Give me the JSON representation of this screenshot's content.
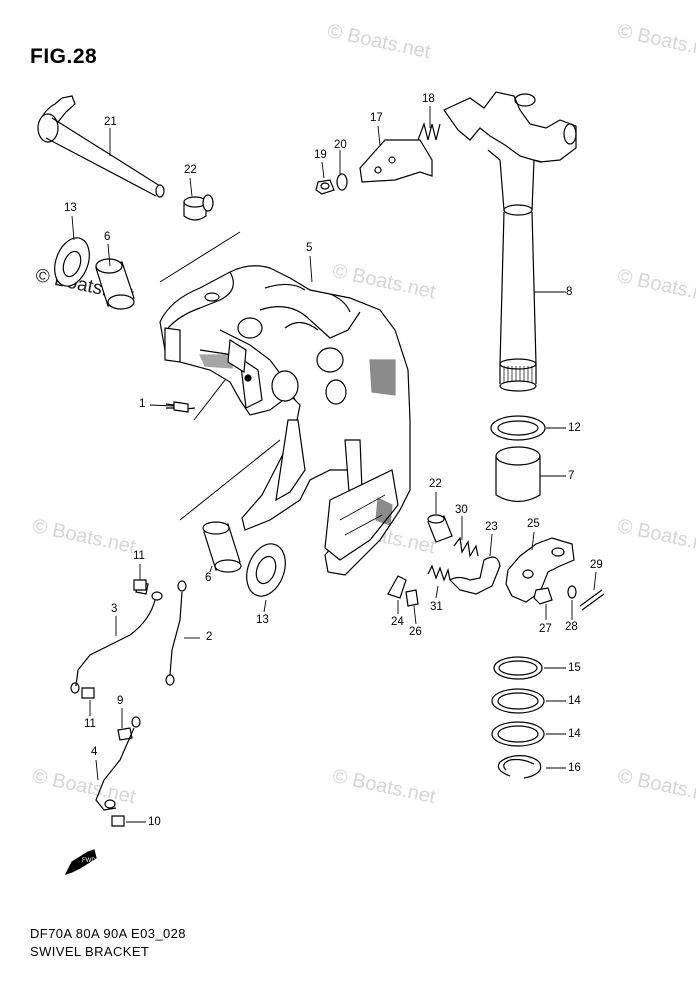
{
  "figure": {
    "title": "FIG.28",
    "model_code": "DF70A 80A 90A E03_028",
    "assembly_name": "SWIVEL BRACKET",
    "fwd_label": "FWD"
  },
  "watermark": {
    "text": "© Boats.net"
  },
  "callouts": [
    {
      "id": "c21",
      "label": "21"
    },
    {
      "id": "c22a",
      "label": "22"
    },
    {
      "id": "c13a",
      "label": "13"
    },
    {
      "id": "c6a",
      "label": "6"
    },
    {
      "id": "c5",
      "label": "5"
    },
    {
      "id": "c17",
      "label": "17"
    },
    {
      "id": "c18",
      "label": "18"
    },
    {
      "id": "c19",
      "label": "19"
    },
    {
      "id": "c20",
      "label": "20"
    },
    {
      "id": "c8",
      "label": "8"
    },
    {
      "id": "c1",
      "label": "1"
    },
    {
      "id": "c12",
      "label": "12"
    },
    {
      "id": "c7",
      "label": "7"
    },
    {
      "id": "c22b",
      "label": "22"
    },
    {
      "id": "c30",
      "label": "30"
    },
    {
      "id": "c23",
      "label": "23"
    },
    {
      "id": "c25",
      "label": "25"
    },
    {
      "id": "c29",
      "label": "29"
    },
    {
      "id": "c24",
      "label": "24"
    },
    {
      "id": "c26",
      "label": "26"
    },
    {
      "id": "c31",
      "label": "31"
    },
    {
      "id": "c27",
      "label": "27"
    },
    {
      "id": "c28",
      "label": "28"
    },
    {
      "id": "c6b",
      "label": "6"
    },
    {
      "id": "c13b",
      "label": "13"
    },
    {
      "id": "c11a",
      "label": "11"
    },
    {
      "id": "c3",
      "label": "3"
    },
    {
      "id": "c2",
      "label": "2"
    },
    {
      "id": "c11b",
      "label": "11"
    },
    {
      "id": "c9",
      "label": "9"
    },
    {
      "id": "c4",
      "label": "4"
    },
    {
      "id": "c10",
      "label": "10"
    },
    {
      "id": "c15",
      "label": "15"
    },
    {
      "id": "c14a",
      "label": "14"
    },
    {
      "id": "c14b",
      "label": "14"
    },
    {
      "id": "c16",
      "label": "16"
    }
  ]
}
